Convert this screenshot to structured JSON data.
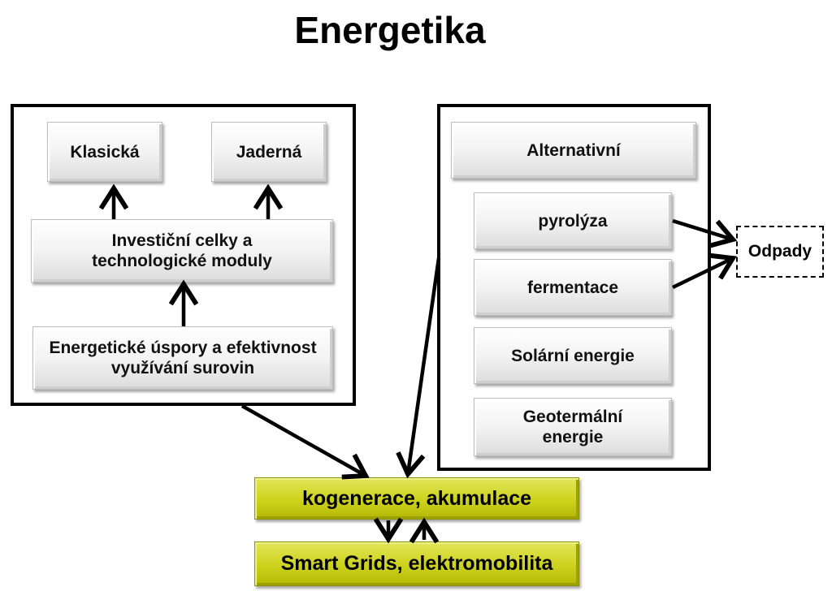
{
  "title": "Energetika",
  "left": {
    "klasicka": "Klasická",
    "jaderna": "Jaderná",
    "investicni": "Investiční celky a technologické moduly",
    "uspory": "Energetické úspory a efektivnost využívání surovin"
  },
  "right": {
    "alternativni": "Alternativní",
    "pyrolyza": "pyrolýza",
    "fermentace": "fermentace",
    "solarni": "Solární energie",
    "geotermalni": "Geotermální energie"
  },
  "odpady": "Odpady",
  "bottom": {
    "kogenerace": "kogenerace, akumulace",
    "smart_grids": "Smart Grids, elektromobilita"
  },
  "colors": {
    "node_yellow": "#cdd21c",
    "frame_border": "#000000",
    "arrow": "#000000"
  }
}
